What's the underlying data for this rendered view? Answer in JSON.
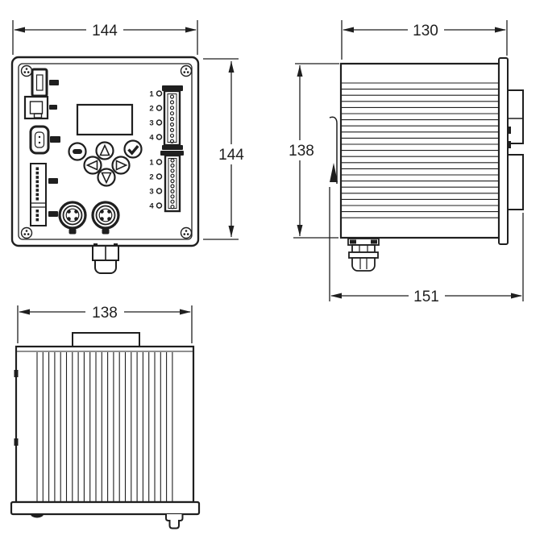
{
  "figure": {
    "type": "technical-dimension-drawing",
    "background_color": "#ffffff",
    "line_color": "#1f1f1f",
    "views": {
      "front": {
        "label": "front-view"
      },
      "side": {
        "label": "side-view"
      },
      "bottom": {
        "label": "bottom-view"
      }
    }
  },
  "dimensions": {
    "front_width": "144",
    "front_height": "144",
    "side_width": "130",
    "side_height": "138",
    "side_depth": "151",
    "bottom_width": "138"
  },
  "terminal_labels": {
    "ch1": "1",
    "ch2": "2",
    "ch3": "3",
    "ch4": "4"
  },
  "front_panel": {
    "display": "lcd-display",
    "ports": [
      "usb-port",
      "lan-port",
      "mini-usb-port",
      "terminal-strip-connector",
      "din-connector-left",
      "din-connector-right",
      "cable-gland"
    ],
    "buttons": [
      "menu-button",
      "up-button",
      "confirm-button",
      "left-button",
      "right-button",
      "down-button"
    ],
    "io_channel_labels": [
      "1",
      "2",
      "3",
      "4"
    ]
  }
}
